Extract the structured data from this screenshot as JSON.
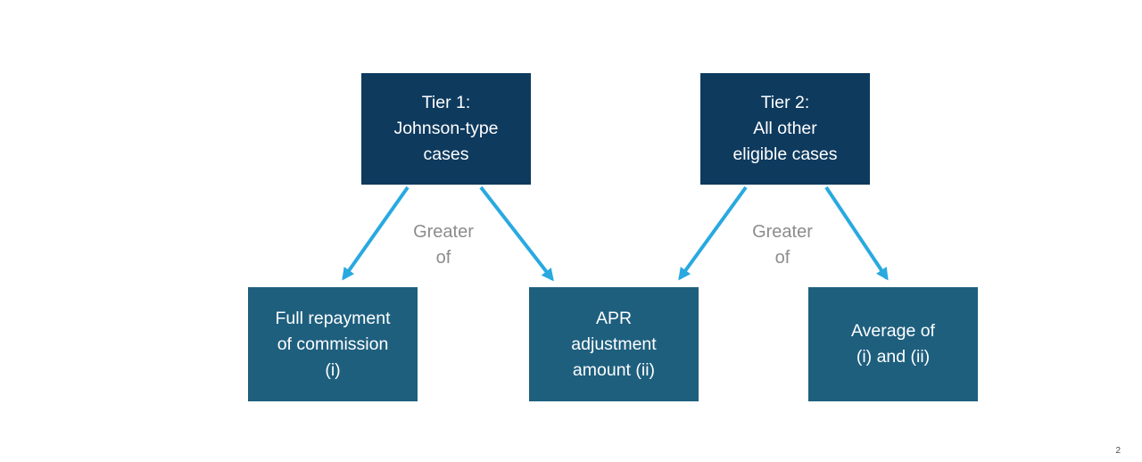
{
  "colors": {
    "background": "#FFFFFF",
    "tier_box_bg": "#0E3A5E",
    "outcome_box_bg": "#1E5F7E",
    "box_text": "#FFFFFF",
    "arrow": "#29A9E0",
    "edge_label_text": "#8C8C8C",
    "page_number_text": "#4A4A4A"
  },
  "diagram": {
    "nodes": {
      "tier1": {
        "text": "Tier 1:\nJohnson-type\ncases"
      },
      "tier2": {
        "text": "Tier 2:\nAll other\neligible cases"
      },
      "commission": {
        "text": "Full repayment\nof commission\n(i)"
      },
      "apr": {
        "text": "APR\nadjustment\namount (ii)"
      },
      "average": {
        "text": "Average of\n(i) and (ii)"
      }
    },
    "edge_labels": {
      "tier1_greater_of": "Greater\nof",
      "tier2_greater_of": "Greater\nof"
    },
    "edges": [
      {
        "from": "tier1",
        "to": "commission"
      },
      {
        "from": "tier1",
        "to": "apr"
      },
      {
        "from": "tier2",
        "to": "apr"
      },
      {
        "from": "tier2",
        "to": "average"
      }
    ]
  },
  "footer": {
    "page_number": "2"
  }
}
